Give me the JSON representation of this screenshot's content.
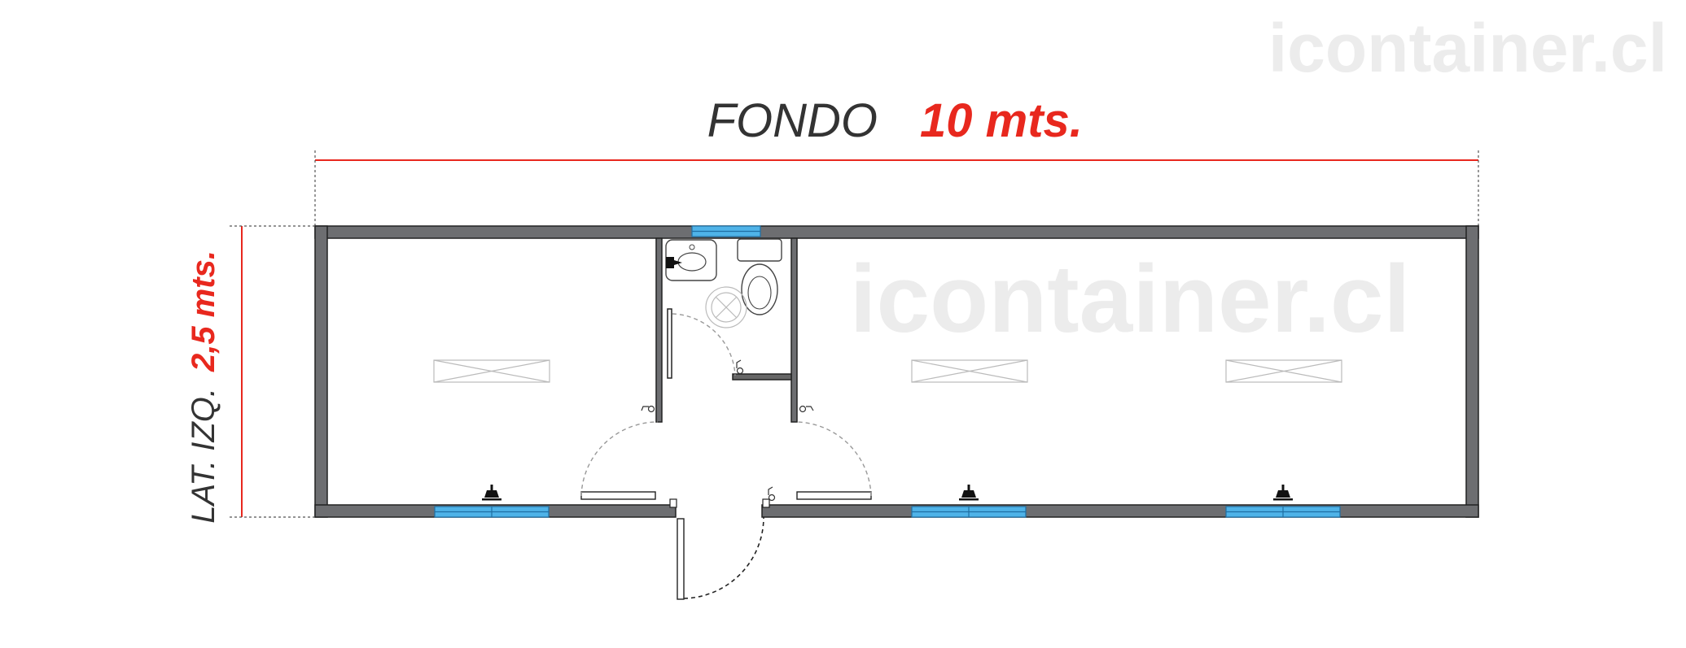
{
  "watermark": {
    "top_right": "icontainer.cl",
    "center": "icontainer.cl"
  },
  "dimensions": {
    "width_label": "FONDO",
    "width_value": "10 mts.",
    "height_label": "LAT. IZQ.",
    "height_value": "2,5 mts."
  },
  "colors": {
    "accent": "#e8281e",
    "wall": "#6d6e71",
    "window": "#4fb3e8",
    "watermark": "#ececec"
  }
}
